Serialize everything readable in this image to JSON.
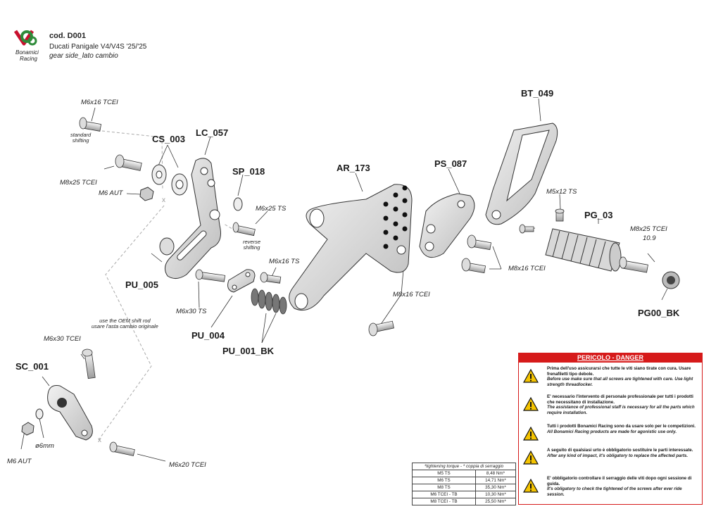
{
  "header": {
    "logo_text_1": "Bonamici",
    "logo_text_2": "Racing",
    "code": "cod. D001",
    "model": "Ducati Panigale V4/V4S '25/'25",
    "side": "gear side_lato cambio"
  },
  "labels": {
    "m6x16_tcei_top": "M6x16 TCEI",
    "standard_shifting": "standard\nshifting",
    "m8x25_tcei_left": "M8x25 TCEI",
    "m6_aut_top": "M6 AUT",
    "cs_003": "CS_003",
    "lc_057": "LC_057",
    "sp_018": "SP_018",
    "m6x25_ts": "M6x25 TS",
    "reverse_shifting": "reverse\nshifting",
    "ar_173": "AR_173",
    "ps_087": "PS_087",
    "bt_049": "BT_049",
    "m5x12_ts": "M5x12 TS",
    "pg_03": "PG_03",
    "m8x25_tcei_right": "M8x25 TCEI",
    "torque_10_9": "10.9",
    "m8x16_tcei_right": "M8x16 TCEI",
    "pg00_bk": "PG00_BK",
    "pu_005": "PU_005",
    "m6x30_ts": "M6x30 TS",
    "pu_004": "PU_004",
    "m6x16_ts": "M6x16 TS",
    "pu_001_bk": "PU_001_BK",
    "m8x16_tcei_mid": "M8x16 TCEI",
    "oem_note_en": "use the OEM shift rod",
    "oem_note_it": "usare l'asta cambio originale",
    "m6x30_tcei": "M6x30 TCEI",
    "sc_001": "SC_001",
    "m6_aut_bottom": "M6 AUT",
    "dia_6mm": "ø6mm",
    "m6x20_tcei": "M6x20 TCEI",
    "x_mark": "x"
  },
  "danger": {
    "title": "PERICOLO - DANGER",
    "items": [
      {
        "it": "Prima dell'uso assicurarsi che tutte le viti siano tirate con cura. Usare frenafiletti tipo debole.",
        "en": "Before use make sure that all screws are tightened with care. Use light strength threadlocker."
      },
      {
        "it": "E' necessario l'intervento di personale professionale per tutti i prodotti che necessitano di installazione.",
        "en": "The assistance of professional staff is necessary for all the parts which require installation."
      },
      {
        "it": "Tutti i prodotti Bonamici Racing sono da usare solo per le competizioni.",
        "en": "All Bonamici Racing products are made for agonistic use only."
      },
      {
        "it": "A seguito di qualsiasi urto è obbligatorio sostituire le parti interessate.",
        "en": "After any kind of impact, it's obligatory to replace the affected parts."
      },
      {
        "it": "E' obbligatorio controllare il serraggio delle viti dopo ogni sessione di guida.",
        "en": "It's obligatory to check the tightened of the screws after ever ride session."
      }
    ]
  },
  "torque": {
    "header": "*tightening torque - * coppia di serraggio",
    "rows": [
      {
        "name": "M5 TS",
        "value": "8,48 Nm*"
      },
      {
        "name": "M6 TS",
        "value": "14,71 Nm*"
      },
      {
        "name": "M8 TS",
        "value": "35,30 Nm*"
      },
      {
        "name": "M6 TCEI - TB",
        "value": "10,30 Nm*"
      },
      {
        "name": "M8 TCEI - TB",
        "value": "25,50 Nm*"
      }
    ]
  },
  "colors": {
    "danger_red": "#d61a1a",
    "logo_red": "#c8102e",
    "logo_green": "#2e8b3a",
    "warning_yellow": "#f5c400"
  }
}
